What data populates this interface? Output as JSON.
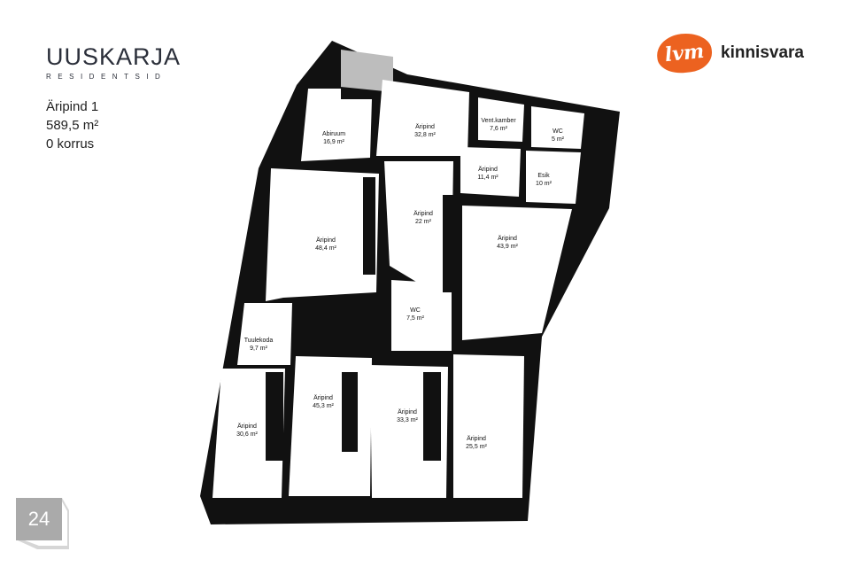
{
  "brand": {
    "name": "UUSKARJA",
    "subtitle": "RESIDENTSID"
  },
  "info": {
    "title": "Äripind 1",
    "area": "589,5 m²",
    "floor": "0 korrus"
  },
  "partner": {
    "mark": "lvm",
    "name": "kinnisvara",
    "color": "#ec6220"
  },
  "page_number": "24",
  "rooms": [
    {
      "name": "Abiruum",
      "area": "16,9 m²"
    },
    {
      "name": "Äripind",
      "area": "32,8 m²"
    },
    {
      "name": "Vent.kamber",
      "area": "7,6 m²"
    },
    {
      "name": "WC",
      "area": "5 m²"
    },
    {
      "name": "Äripind",
      "area": "11,4 m²"
    },
    {
      "name": "Esik",
      "area": "10 m²"
    },
    {
      "name": "Äripind",
      "area": "22 m²"
    },
    {
      "name": "Äripind",
      "area": "48,4 m²"
    },
    {
      "name": "Äripind",
      "area": "43,9 m²"
    },
    {
      "name": "WC",
      "area": "7,5 m²"
    },
    {
      "name": "Tuulekoda",
      "area": "9,7 m²"
    },
    {
      "name": "Äripind",
      "area": "45,3 m²"
    },
    {
      "name": "Äripind",
      "area": "30,6 m²"
    },
    {
      "name": "Äripind",
      "area": "33,3 m²"
    },
    {
      "name": "Äripind",
      "area": "25,5 m²"
    }
  ]
}
